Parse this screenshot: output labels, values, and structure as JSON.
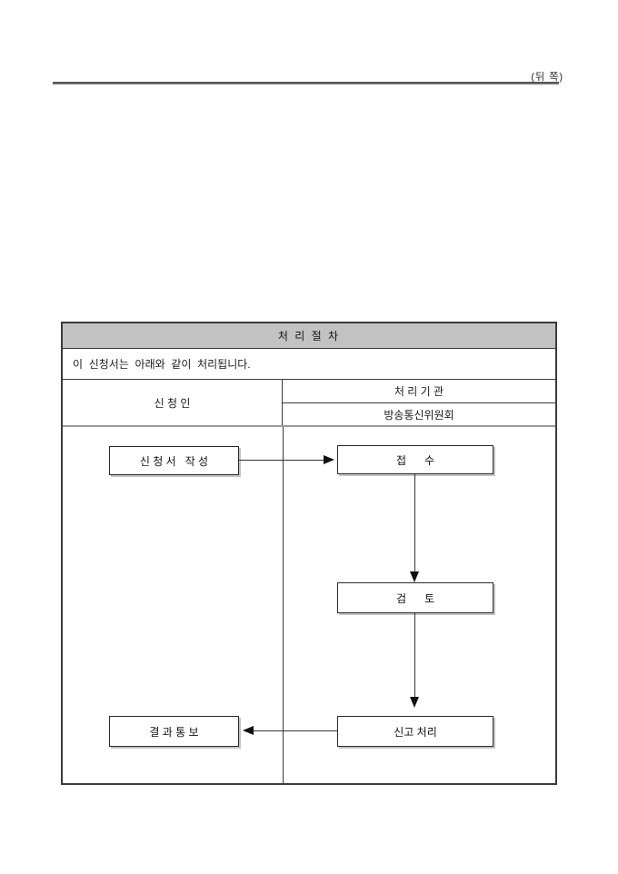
{
  "page": {
    "back_label": "(뒤 쪽)"
  },
  "table": {
    "title": "처 리 절 차",
    "description": "이  신청서는  아래와  같이  처리됩니다.",
    "columns": {
      "applicant": "신 청 인",
      "agency": "처 리 기 관",
      "agency_name": "방송통신위원회"
    }
  },
  "flow": {
    "nodes": [
      {
        "id": "write",
        "label": "신 청 서   작 성",
        "column": "applicant"
      },
      {
        "id": "receipt",
        "label": "접      수",
        "column": "agency"
      },
      {
        "id": "review",
        "label": "검      토",
        "column": "agency"
      },
      {
        "id": "process",
        "label": "신고 처리",
        "column": "agency"
      },
      {
        "id": "notify",
        "label": "결 과 통 보",
        "column": "applicant"
      }
    ]
  },
  "colors": {
    "header_bg": "#c2c2c2",
    "border_dark": "#3b3b3b",
    "divider_gray": "#9a9a9a",
    "arrow": "#111111"
  }
}
